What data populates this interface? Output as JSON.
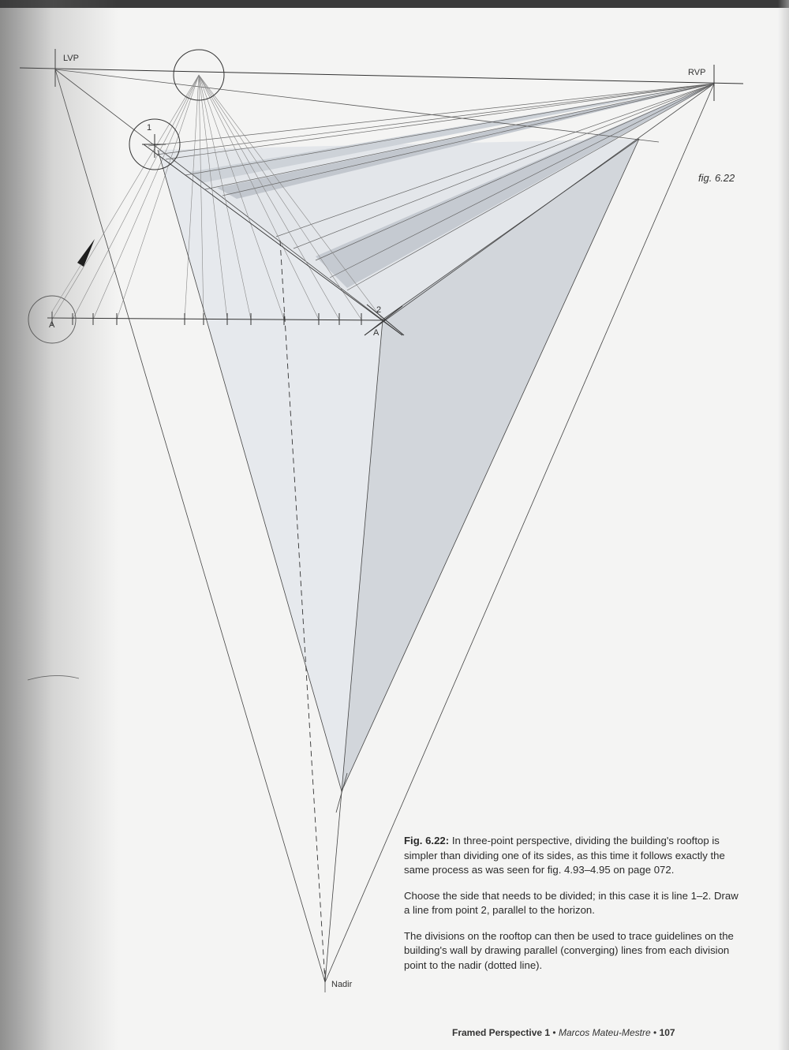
{
  "figure": {
    "labels": {
      "lvp": "LVP",
      "rvp": "RVP",
      "point_1": "1",
      "point_2": "2",
      "a_left": "A",
      "a_right": "A",
      "nadir": "Nadir"
    },
    "fig_tag": "fig. 6.22"
  },
  "caption": {
    "heading": "Fig. 6.22:",
    "para1": "In three-point perspective, dividing the building's rooftop is simpler than dividing one of its sides, as this time it follows exactly the same process as was seen for fig. 4.93–4.95 on page 072.",
    "para2": "Choose the side that needs to be divided; in this case it is line 1–2. Draw a line from point 2, parallel to the horizon.",
    "para3": "The divisions on the rooftop can then be used to trace guidelines on the building's wall by drawing parallel (converging) lines from each division point to the nadir (dotted line)."
  },
  "footer": {
    "book_title": "Framed Perspective 1",
    "separator": "•",
    "author": "Marcos Mateu-Mestre",
    "page_number": "107"
  }
}
